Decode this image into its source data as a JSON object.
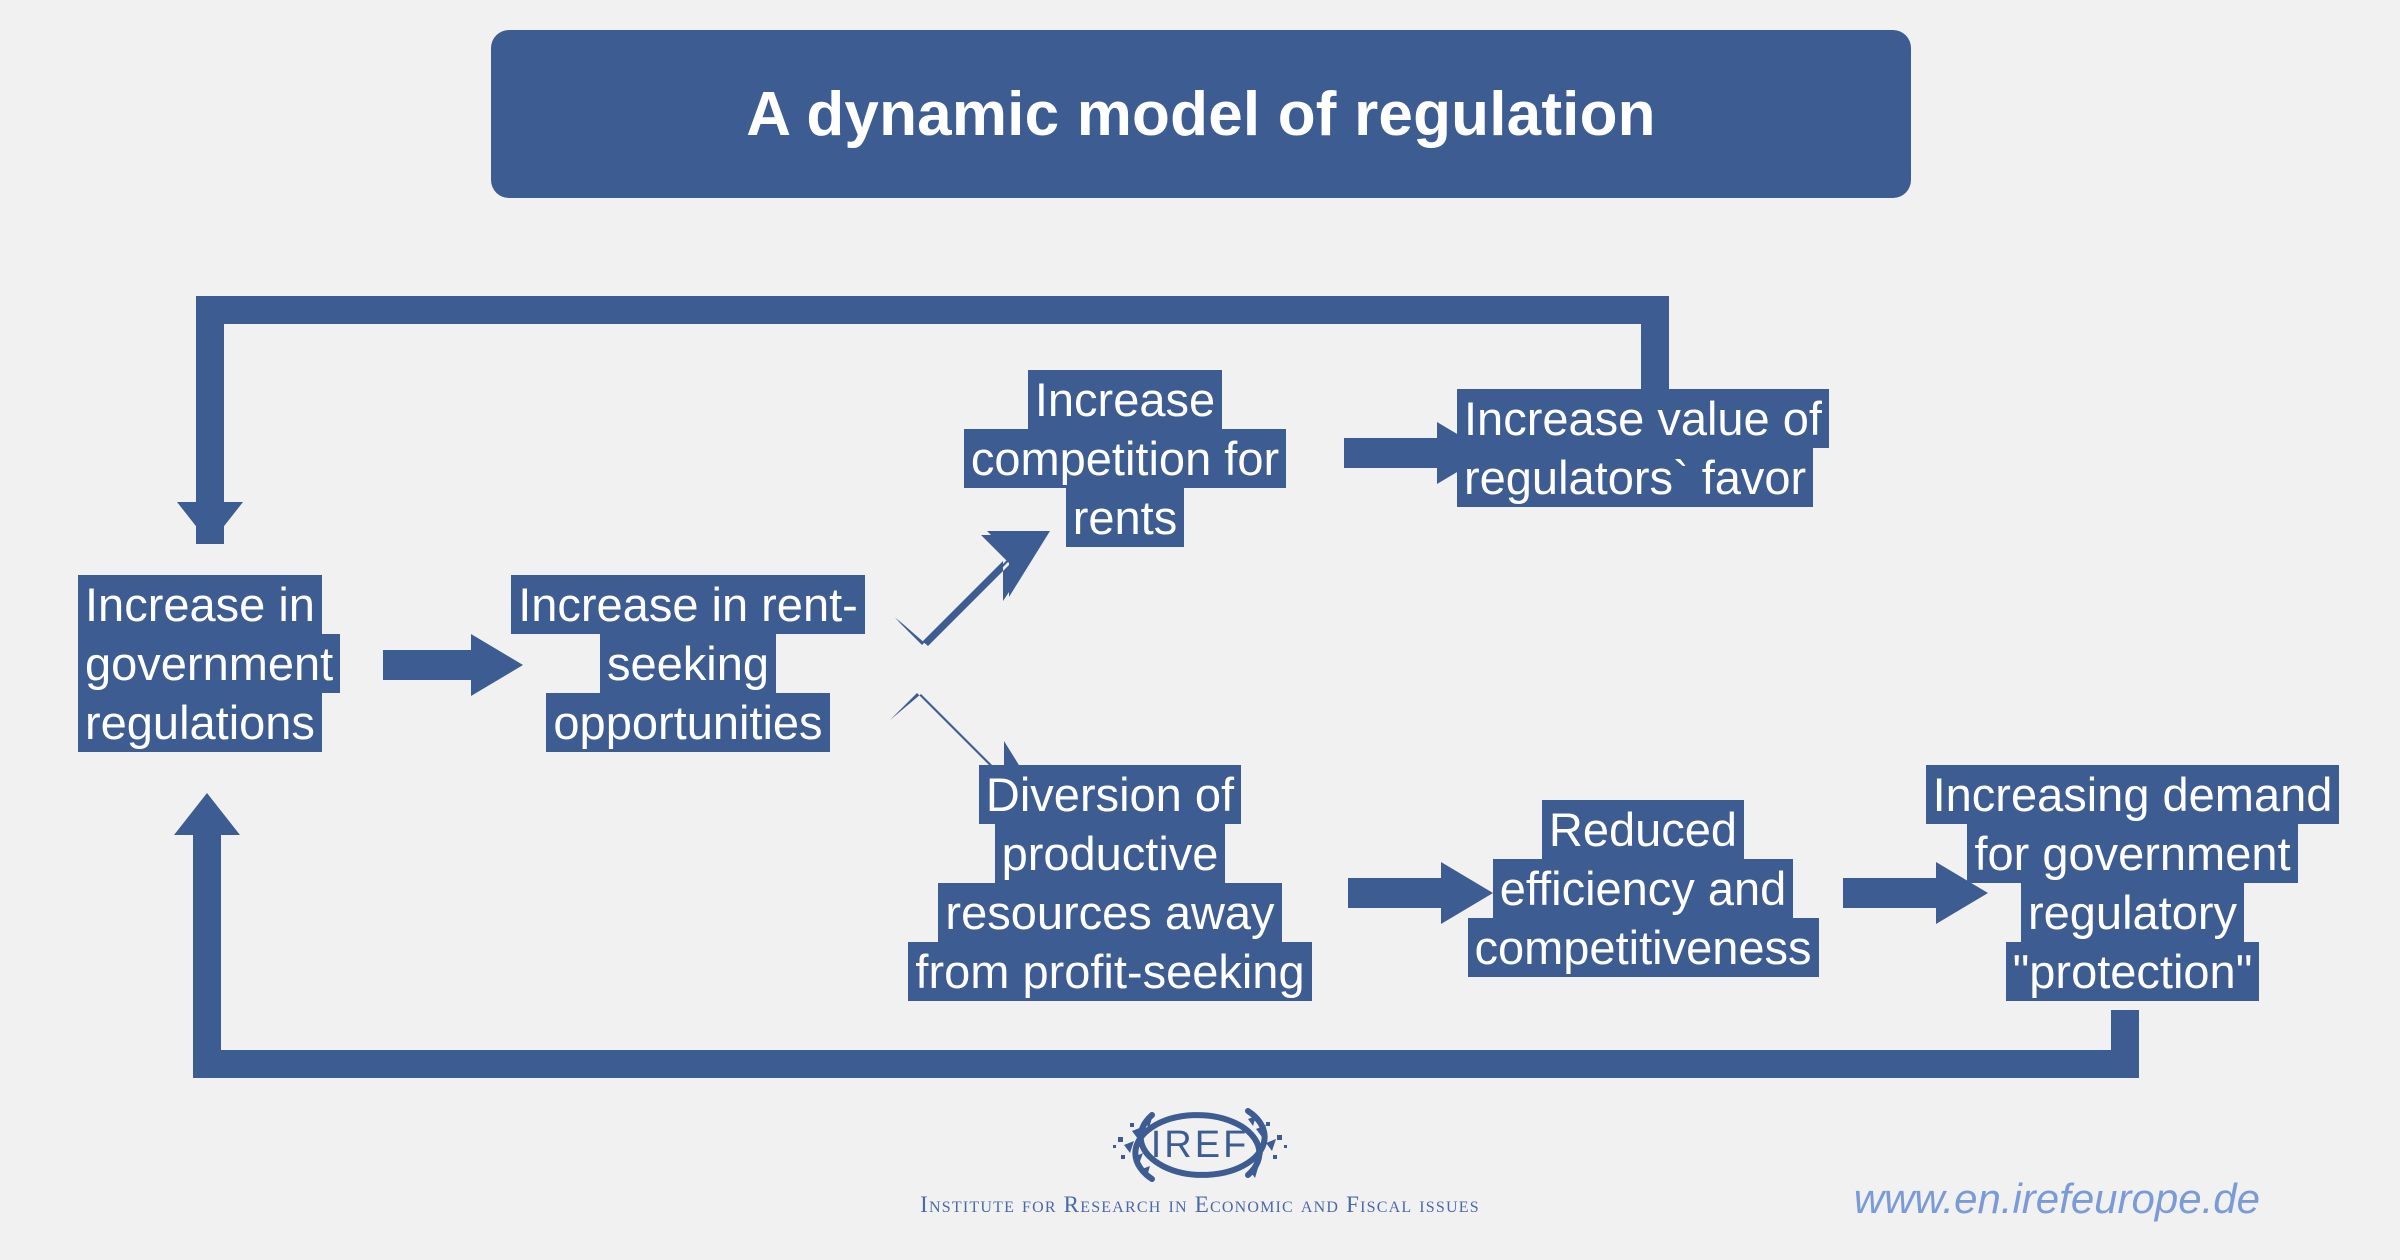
{
  "meta": {
    "accent_blue": "#3d5c92",
    "background": "#f1f1f1",
    "url_blue": "#7b9bd6",
    "tagline_blue": "#4a69a8",
    "title_text_color": "#ffffff"
  },
  "title": {
    "text": "A dynamic model of regulation"
  },
  "diagram": {
    "type": "flowchart",
    "nodes": [
      {
        "id": "increase-government-regulations",
        "lines": [
          "Increase in",
          "government",
          "regulations"
        ],
        "align": "left"
      },
      {
        "id": "increase-rent-seeking-opportunities",
        "lines": [
          "Increase in rent-",
          "seeking",
          "opportunities"
        ],
        "align": "center"
      },
      {
        "id": "increase-competition-for-rents",
        "lines": [
          "Increase",
          "competition for",
          "rents"
        ],
        "align": "center"
      },
      {
        "id": "increase-value-of-regulators-favor",
        "lines": [
          "Increase value of",
          "regulators` favor"
        ],
        "align": "left"
      },
      {
        "id": "diversion-of-productive-resources",
        "lines": [
          "Diversion of",
          "productive",
          "resources away",
          "from profit-seeking"
        ],
        "align": "center"
      },
      {
        "id": "reduced-efficiency-and-competitiveness",
        "lines": [
          "Reduced",
          "efficiency and",
          "competitiveness"
        ],
        "align": "center"
      },
      {
        "id": "increasing-demand-for-regulatory-protection",
        "lines": [
          "Increasing demand",
          "for government",
          "regulatory",
          "\"protection\""
        ],
        "align": "center"
      }
    ],
    "edges": [
      {
        "id": "regulations-to-rentseeking",
        "from": "increase-government-regulations",
        "to": "increase-rent-seeking-opportunities",
        "style": "straight-right"
      },
      {
        "id": "rentseeking-to-competition",
        "from": "increase-rent-seeking-opportunities",
        "to": "increase-competition-for-rents",
        "style": "diagonal-up-right"
      },
      {
        "id": "competition-to-regulatorsfavor",
        "from": "increase-competition-for-rents",
        "to": "increase-value-of-regulators-favor",
        "style": "straight-right"
      },
      {
        "id": "rentseeking-to-diversion",
        "from": "increase-rent-seeking-opportunities",
        "to": "diversion-of-productive-resources",
        "style": "diagonal-down-right"
      },
      {
        "id": "diversion-to-reducedefficiency",
        "from": "diversion-of-productive-resources",
        "to": "reduced-efficiency-and-competitiveness",
        "style": "straight-right"
      },
      {
        "id": "reducedefficiency-to-increasingdemand",
        "from": "reduced-efficiency-and-competitiveness",
        "to": "increasing-demand-for-regulatory-protection",
        "style": "straight-right"
      },
      {
        "id": "regulatorsfavor-feedback-to-regulations",
        "from": "increase-value-of-regulators-favor",
        "to": "increase-government-regulations",
        "style": "elbow-top-loop"
      },
      {
        "id": "increasingdemand-feedback-to-regulations",
        "from": "increasing-demand-for-regulatory-protection",
        "to": "increase-government-regulations",
        "style": "elbow-bottom-loop"
      }
    ]
  },
  "footer": {
    "logo_text": "IREF",
    "tagline": "Institute for Research in Economic and Fiscal issues",
    "url": "www.en.irefeurope.de"
  }
}
